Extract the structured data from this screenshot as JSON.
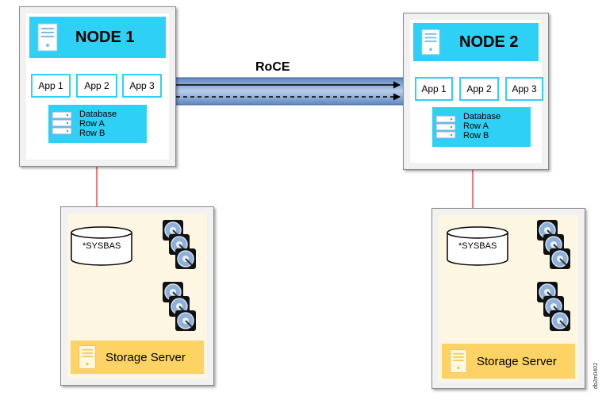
{
  "link": {
    "label": "RoCE"
  },
  "nodes": [
    {
      "title": "NODE 1",
      "apps": [
        "App 1",
        "App 2",
        "App 3"
      ],
      "database": {
        "title": "Database",
        "rows": [
          "Row A",
          "Row B"
        ]
      }
    },
    {
      "title": "NODE 2",
      "apps": [
        "App 1",
        "App 2",
        "App 3"
      ],
      "database": {
        "title": "Database",
        "rows": [
          "Row A",
          "Row B"
        ]
      }
    }
  ],
  "storage": [
    {
      "label": "Storage Server",
      "disk_label": "*SYSBAS"
    },
    {
      "label": "Storage Server",
      "disk_label": "*SYSBAS"
    }
  ],
  "watermark": "db2m0402",
  "colors": {
    "accent": "#2fd0f5",
    "storage_footer": "#fdd365",
    "storage_bg": "#fdf6e3",
    "arrow": "#e02020",
    "link_band": "#7a9fd0"
  },
  "icons": [
    "server-icon",
    "database-icon",
    "disk-cylinder-icon",
    "disk-unit-icon"
  ]
}
